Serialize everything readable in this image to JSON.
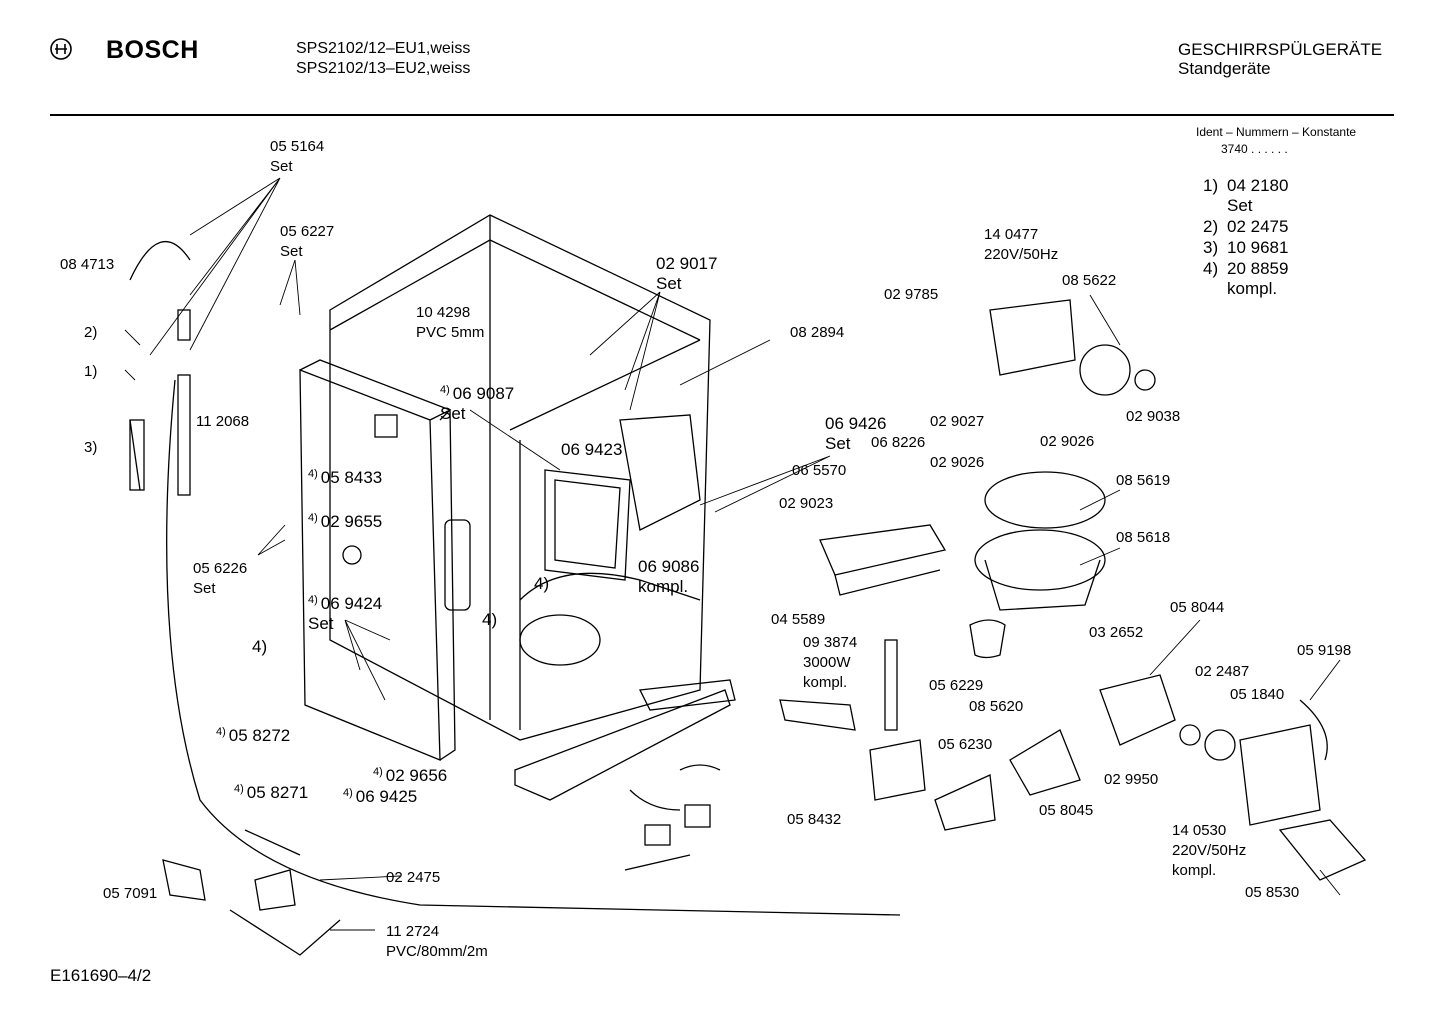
{
  "brand": {
    "name": "BOSCH",
    "logo_icon": "bosch-armature-logo-icon"
  },
  "header": {
    "models": [
      "SPS2102/12–EU1,weiss",
      "SPS2102/13–EU2,weiss"
    ],
    "category": "GESCHIRRSPÜLGERÄTE",
    "subcategory": "Standgeräte"
  },
  "ident": {
    "title": "Ident – Nummern – Konstante",
    "value": "3740 . . . . . ."
  },
  "footnotes": [
    {
      "num": "1)",
      "value": "04 2180",
      "extra": "Set"
    },
    {
      "num": "2)",
      "value": "02 2475"
    },
    {
      "num": "3)",
      "value": "10 9681"
    },
    {
      "num": "4)",
      "value": "20 8859",
      "extra": "kompl."
    }
  ],
  "parts": {
    "p055164": [
      "05 5164",
      "Set"
    ],
    "p084713": "08 4713",
    "p056227": [
      "05 6227",
      "Set"
    ],
    "p104298": [
      "10 4298",
      "PVC 5mm"
    ],
    "p2": "2)",
    "p1": "1)",
    "p3": "3)",
    "p112068": "11 2068",
    "p069087": [
      "06 9087",
      "Set"
    ],
    "p029017": [
      "02 9017",
      "Set"
    ],
    "p082894": "08 2894",
    "p140477": [
      "14  0477",
      "220V/50Hz"
    ],
    "p029785": "02 9785",
    "p085622": "08 5622",
    "p029027": "02 9027",
    "p029038": "02 9038",
    "p029026a": "02 9026",
    "p069426": [
      "06 9426",
      "Set"
    ],
    "p068226": "06 8226",
    "p065570": "06 5570",
    "p029026b": "02 9026",
    "p069423": "06 9423",
    "p058433": "05 8433",
    "p029655": "02 9655",
    "p056226": [
      "05 6226",
      "Set"
    ],
    "p069424": [
      "06 9424",
      "Set"
    ],
    "p4a": "4)",
    "p4b": "4)",
    "p4c": "4)",
    "p069086": [
      "06 9086",
      "kompl."
    ],
    "p029023": "02 9023",
    "p045589": "04 5589",
    "p093874": [
      "09 3874",
      "3000W",
      "kompl."
    ],
    "p085619": "08 5619",
    "p085618": "08 5618",
    "p058044": "05 8044",
    "p032652": "03 2652",
    "p056229": "05 6229",
    "p085620": "08 5620",
    "p022487": "02 2487",
    "p059198": "05 9198",
    "p051840": "05 1840",
    "p058272": "05 8272",
    "p058271": "05 8271",
    "p029656": "02 9656",
    "p069425": "06 9425",
    "p056230": "05 6230",
    "p029950": "02 9950",
    "p058432": "05 8432",
    "p058045": "05 8045",
    "p140530": [
      "14 0530",
      "220V/50Hz",
      "kompl."
    ],
    "p058530": "05 8530",
    "p022475": "02 2475",
    "p057091": "05 7091",
    "p112724": [
      "11 2724",
      "PVC/80mm/2m"
    ]
  },
  "sup_mark": "4)",
  "footer": {
    "code": "E161690–4/2"
  }
}
